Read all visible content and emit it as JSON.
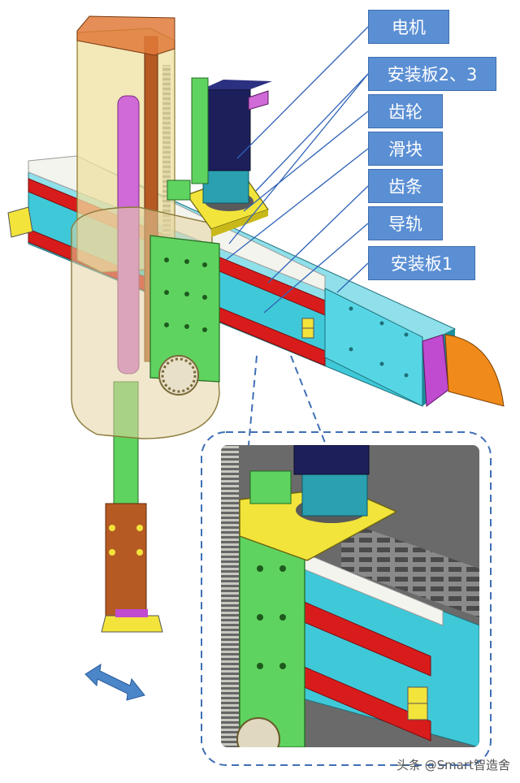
{
  "labels": [
    {
      "text": "电机"
    },
    {
      "text": "安装板2、3"
    },
    {
      "text": "齿轮"
    },
    {
      "text": "滑块"
    },
    {
      "text": "齿条"
    },
    {
      "text": "导轨"
    },
    {
      "text": "安装板1"
    }
  ],
  "watermark": "头条 @Smart智造舍",
  "colors": {
    "label_fill": "#5b8fd4",
    "leader_line": "#2f63b8",
    "zoom_outline": "#3f6fb5",
    "arrow": "#4a86c8",
    "rail_cyan": "#3fc8d8",
    "rail_red": "#d81c1c",
    "plate_yellow": "#f2e43a",
    "slider_green": "#5fd35f",
    "motor_navy": "#1c1f5a",
    "housing": "#e8d9a8",
    "rod_magenta": "#d06ad8",
    "end_orange": "#f08a1a",
    "rack_white": "#f4f4ee"
  }
}
